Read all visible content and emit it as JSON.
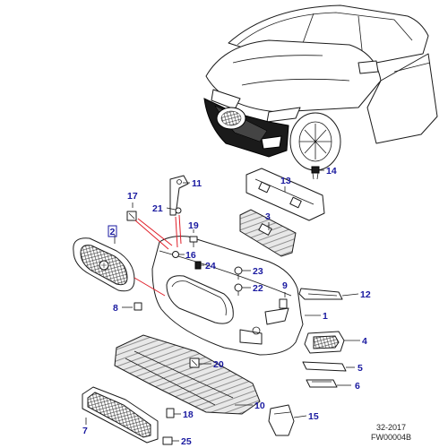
{
  "diagram": {
    "callouts": [
      {
        "id": "c1",
        "label": "1"
      },
      {
        "id": "c2",
        "label": "2"
      },
      {
        "id": "c3",
        "label": "3"
      },
      {
        "id": "c4",
        "label": "4"
      },
      {
        "id": "c5",
        "label": "5"
      },
      {
        "id": "c6",
        "label": "6"
      },
      {
        "id": "c7",
        "label": "7"
      },
      {
        "id": "c8",
        "label": "8"
      },
      {
        "id": "c9",
        "label": "9"
      },
      {
        "id": "c10",
        "label": "10"
      },
      {
        "id": "c11",
        "label": "11"
      },
      {
        "id": "c12",
        "label": "12"
      },
      {
        "id": "c13",
        "label": "13"
      },
      {
        "id": "c14",
        "label": "14"
      },
      {
        "id": "c15",
        "label": "15"
      },
      {
        "id": "c16",
        "label": "16"
      },
      {
        "id": "c17",
        "label": "17"
      },
      {
        "id": "c18",
        "label": "18"
      },
      {
        "id": "c19",
        "label": "19"
      },
      {
        "id": "c20",
        "label": "20"
      },
      {
        "id": "c21",
        "label": "21"
      },
      {
        "id": "c22",
        "label": "22"
      },
      {
        "id": "c23",
        "label": "23"
      },
      {
        "id": "c24",
        "label": "24"
      },
      {
        "id": "c25",
        "label": "25"
      }
    ],
    "date_code": "32-2017",
    "figure_code": "FW00004B"
  }
}
